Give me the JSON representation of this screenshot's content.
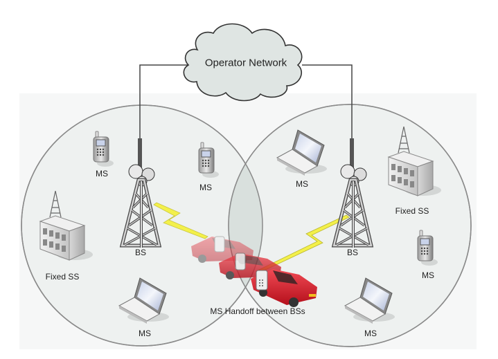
{
  "diagram": {
    "title": "WiMAX cellular network with handoff",
    "cloud": {
      "label": "Operator Network",
      "fill": "#dfe5e3",
      "stroke": "#333333"
    },
    "colors": {
      "cell_fill": "#eef1f0",
      "cell_overlap": "#d9e0dd",
      "cell_stroke": "#8a8a8a",
      "backdrop": "#f6f7f7",
      "link_line": "#444444",
      "bolt": "#f3f04a",
      "car": "#d9202c"
    },
    "cells": [
      {
        "name": "left-cell",
        "base_station": {
          "label": "BS"
        },
        "devices": [
          {
            "type": "phone",
            "label": "MS"
          },
          {
            "type": "phone",
            "label": "MS"
          },
          {
            "type": "building",
            "label": "Fixed SS"
          },
          {
            "type": "laptop",
            "label": "MS"
          }
        ]
      },
      {
        "name": "right-cell",
        "base_station": {
          "label": "BS"
        },
        "devices": [
          {
            "type": "laptop",
            "label": "MS"
          },
          {
            "type": "building",
            "label": "Fixed SS"
          },
          {
            "type": "phone",
            "label": "MS"
          },
          {
            "type": "laptop",
            "label": "MS"
          }
        ]
      }
    ],
    "handoff": {
      "label": "MS Handoff between BSs"
    }
  }
}
